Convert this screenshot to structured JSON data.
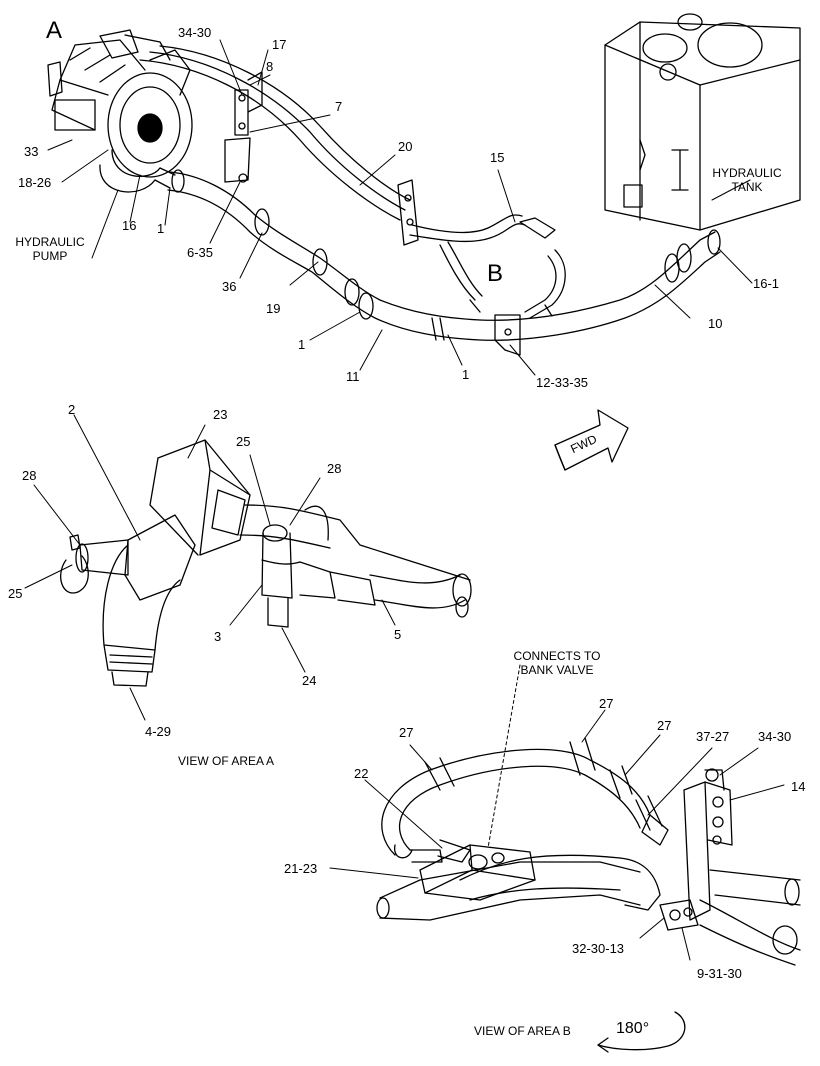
{
  "area_a": {
    "letter": "A",
    "callouts": {
      "c_34_30": "34-30",
      "c_17": "17",
      "c_8": "8",
      "c_7": "7",
      "c_20": "20",
      "c_15": "15",
      "c_33": "33",
      "c_18_26": "18-26",
      "c_16": "16",
      "c_1_a": "1",
      "c_6_35": "6-35",
      "c_36": "36",
      "c_19": "19",
      "c_1_b": "1",
      "c_11": "11",
      "c_1_c": "1",
      "c_12_33_35": "12-33-35",
      "c_10": "10",
      "c_16_1": "16-1"
    },
    "pump_label": "HYDRAULIC\nPUMP",
    "tank_label": "HYDRAULIC\nTANK",
    "area_b_letter": "B",
    "fwd_label": "FWD"
  },
  "view_a": {
    "callouts": {
      "c_2": "2",
      "c_23": "23",
      "c_28_l": "28",
      "c_25_t": "25",
      "c_28_r": "28",
      "c_25_l": "25",
      "c_3": "3",
      "c_5": "5",
      "c_24": "24",
      "c_4_29": "4-29"
    },
    "caption": "VIEW OF AREA  A"
  },
  "view_b": {
    "connects_label": "CONNECTS TO\nBANK VALVE",
    "callouts": {
      "c_27_a": "27",
      "c_27_b": "27",
      "c_27_c": "27",
      "c_37_27": "37-27",
      "c_34_30": "34-30",
      "c_14": "14",
      "c_22": "22",
      "c_21_23": "21-23",
      "c_32_30_13": "32-30-13",
      "c_9_31_30": "9-31-30"
    },
    "caption": "VIEW OF AREA  B",
    "rotation": "180°"
  }
}
